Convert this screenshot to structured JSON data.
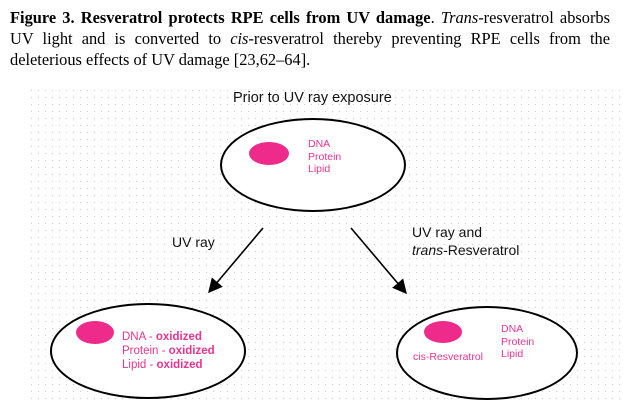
{
  "caption": {
    "figure_label": "Figure 3. Resveratrol protects RPE cells from UV damage",
    "end_period": ".",
    "trans_word": "Trans",
    "text_part1": "-resveratrol absorbs UV light and is converted to ",
    "cis_word": "cis",
    "text_part2": "-resveratrol thereby preventing RPE cells from the deleterious effects of UV damage [23,62–64]."
  },
  "diagram": {
    "top_label": "Prior to UV ray exposure",
    "top_cell": {
      "line1": "DNA",
      "line2": "Protein",
      "line3": "Lipid"
    },
    "left_arrow_label": "UV ray",
    "right_arrow_label_line1": "UV ray and",
    "right_arrow_label_trans": "trans",
    "right_arrow_label_rest": "-Resveratrol",
    "left_cell": {
      "line1_a": "DNA - ",
      "line1_b": "oxidized",
      "line2_a": "Protein - ",
      "line2_b": "oxidized",
      "line3_a": "Lipid - ",
      "line3_b": "oxidized"
    },
    "right_cell": {
      "molecule": "cis-Resveratrol",
      "line1": "DNA",
      "line2": "Protein",
      "line3": "Lipid"
    },
    "colors": {
      "nucleus": "#ee2a8a",
      "text_pink": "#e8348f",
      "outline": "#000000"
    }
  }
}
